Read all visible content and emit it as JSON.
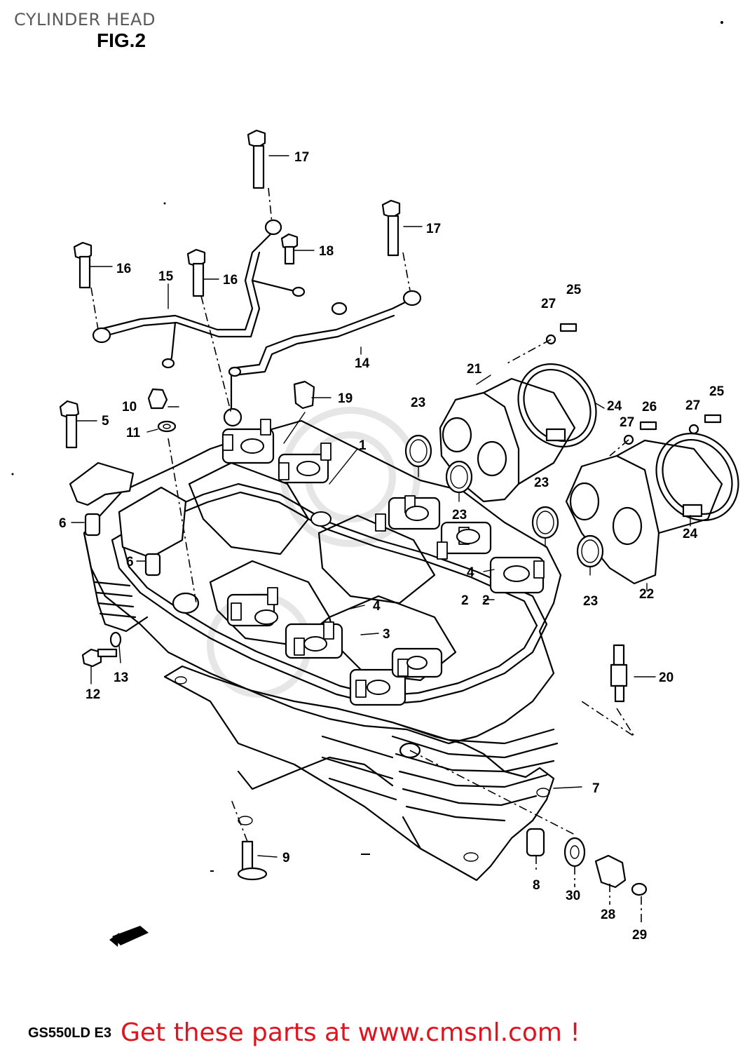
{
  "header": {
    "title": "CYLINDER HEAD",
    "figure": "FIG.2"
  },
  "callouts": {
    "c1": "1",
    "c2a": "2",
    "c2b": "2",
    "c3": "3",
    "c4a": "4",
    "c4b": "4",
    "c5": "5",
    "c6a": "6",
    "c6b": "6",
    "c7": "7",
    "c8": "8",
    "c9": "9",
    "c10": "10",
    "c11": "11",
    "c12": "12",
    "c13": "13",
    "c14": "14",
    "c15": "15",
    "c16a": "16",
    "c16b": "16",
    "c17a": "17",
    "c17b": "17",
    "c18": "18",
    "c19": "19",
    "c20": "20",
    "c21": "21",
    "c22": "22",
    "c23a": "23",
    "c23b": "23",
    "c23c": "23",
    "c23d": "23",
    "c24a": "24",
    "c24b": "24",
    "c25a": "25",
    "c25b": "25",
    "c26": "26",
    "c27a": "27",
    "c27b": "27",
    "c27c": "27",
    "c28": "28",
    "c29": "29",
    "c30": "30"
  },
  "footer": {
    "model": "GS550LD E3",
    "link_text": "Get these parts at www.cmsnl.com !",
    "link_color": "#e0141e"
  }
}
